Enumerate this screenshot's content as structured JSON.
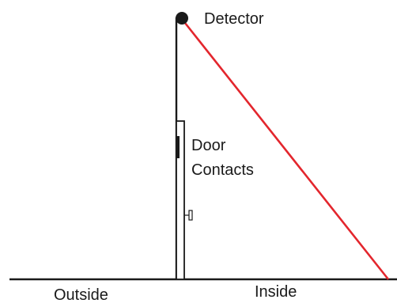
{
  "labels": {
    "detector": "Detector",
    "door_line1": "Door",
    "door_line2": "Contacts",
    "outside": "Outside",
    "inside": "Inside"
  },
  "colors": {
    "beam": "#e3262d",
    "ink": "#1a1a1a",
    "background": "#ffffff"
  }
}
